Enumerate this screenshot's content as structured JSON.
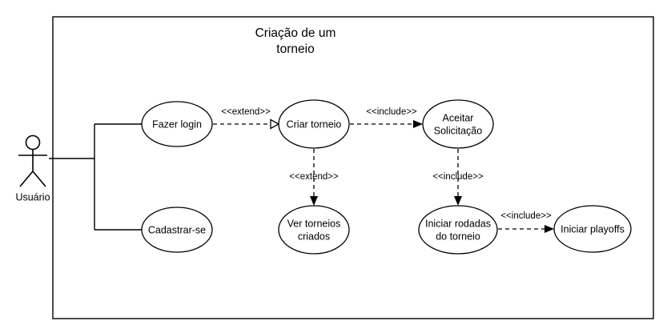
{
  "diagram": {
    "type": "uml-use-case-diagram",
    "title_lines": [
      "Criação de um",
      "torneio"
    ],
    "colors": {
      "background": "#ffffff",
      "stroke": "#000000",
      "fill": "#ffffff"
    },
    "actor": {
      "name": "Usuário",
      "label": "Usuário"
    },
    "system_boundary": {
      "label": ""
    },
    "use_cases": [
      {
        "id": "fazer-login",
        "lines": [
          "Fazer login"
        ]
      },
      {
        "id": "cadastrar-se",
        "lines": [
          "Cadastrar-se"
        ]
      },
      {
        "id": "criar-torneio",
        "lines": [
          "Criar torneio"
        ]
      },
      {
        "id": "ver-torneios-criados",
        "lines": [
          "Ver torneios",
          "criados"
        ]
      },
      {
        "id": "aceitar-solicitacao",
        "lines": [
          "Aceitar",
          "Solicitação"
        ]
      },
      {
        "id": "iniciar-rodadas-do-torneio",
        "lines": [
          "Iniciar rodadas",
          "do torneio"
        ]
      },
      {
        "id": "iniciar-playoffs",
        "lines": [
          "Iniciar playoffs"
        ]
      }
    ],
    "relationships": [
      {
        "id": "login-to-criar",
        "from": "fazer-login",
        "to": "criar-torneio",
        "stereotype": "<<extend>>",
        "arrow": "open-triangle",
        "style": "dashed"
      },
      {
        "id": "criar-to-aceitar",
        "from": "criar-torneio",
        "to": "aceitar-solicitacao",
        "stereotype": "<<include>>",
        "arrow": "filled",
        "style": "dashed"
      },
      {
        "id": "criar-to-ver",
        "from": "criar-torneio",
        "to": "ver-torneios-criados",
        "stereotype": "<<extend>>",
        "arrow": "filled",
        "style": "dashed"
      },
      {
        "id": "aceitar-to-rodadas",
        "from": "aceitar-solicitacao",
        "to": "iniciar-rodadas-do-torneio",
        "stereotype": "<<include>>",
        "arrow": "filled",
        "style": "dashed"
      },
      {
        "id": "rodadas-to-playoffs",
        "from": "iniciar-rodadas-do-torneio",
        "to": "iniciar-playoffs",
        "stereotype": "<<include>>",
        "arrow": "filled",
        "style": "dashed"
      },
      {
        "id": "actor-to-login",
        "from": "actor",
        "to": "fazer-login",
        "stereotype": "",
        "arrow": "none",
        "style": "solid"
      },
      {
        "id": "actor-to-cadastrar",
        "from": "actor",
        "to": "cadastrar-se",
        "stereotype": "",
        "arrow": "none",
        "style": "solid"
      }
    ]
  }
}
